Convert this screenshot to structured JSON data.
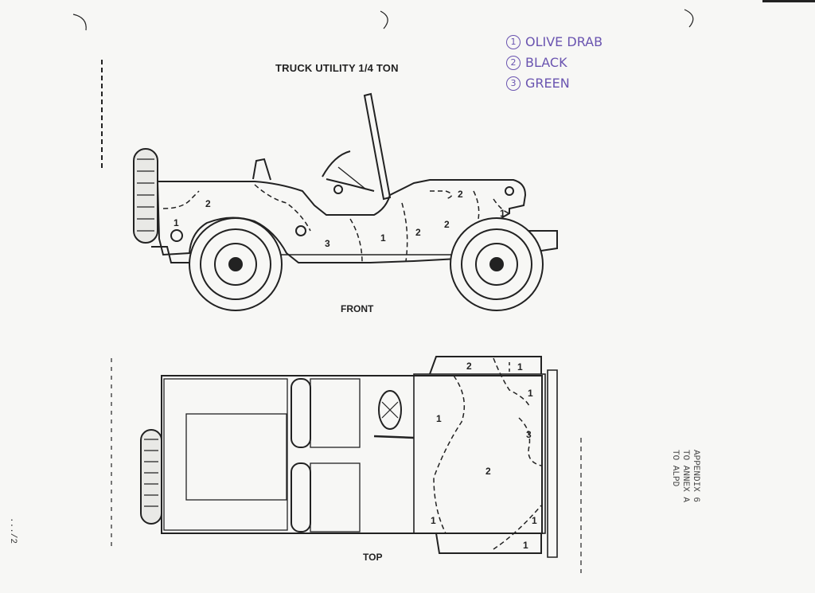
{
  "document": {
    "title": "TRUCK UTILITY 1/4 TON",
    "views": {
      "front": "FRONT",
      "top": "TOP"
    },
    "legend": [
      {
        "number": "1",
        "color": "OLIVE DRAB"
      },
      {
        "number": "2",
        "color": "BLACK"
      },
      {
        "number": "3",
        "color": "GREEN"
      }
    ],
    "side_view_zone_labels": [
      "1",
      "2",
      "3",
      "1",
      "2",
      "2",
      "2",
      "1"
    ],
    "top_view_zone_labels": [
      "2",
      "1",
      "1",
      "1",
      "3",
      "2",
      "1",
      "1",
      "1"
    ],
    "appendix_note": [
      "APPENDIX 6",
      "TO ANNEX A",
      "TO ALPD"
    ],
    "page_marker": ".../2"
  }
}
